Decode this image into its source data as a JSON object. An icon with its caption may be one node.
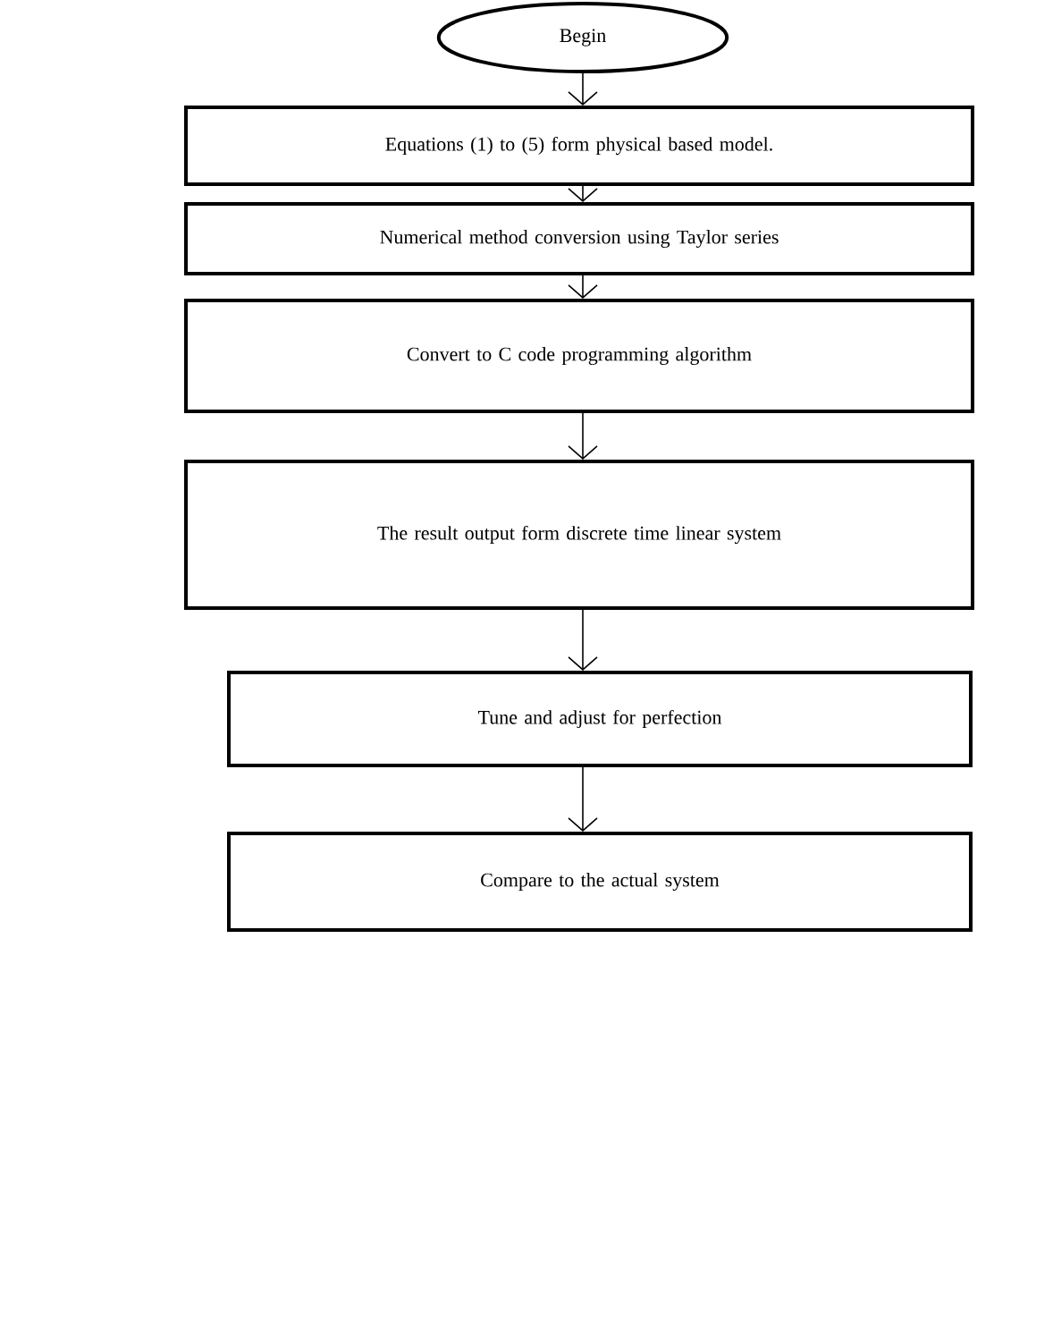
{
  "diagram": {
    "nodes": [
      {
        "text": [
          "Begin"
        ]
      },
      {
        "text": [
          "Equations (1) to (5) form physical based model."
        ]
      },
      {
        "text": [
          "Numerical method conversion using Taylor series"
        ]
      },
      {
        "text": [
          "Convert to C code programming algorithm"
        ]
      },
      {
        "text": [
          "The result output form discrete time linear system"
        ]
      },
      {
        "text": [
          "Tune and adjust for perfection"
        ]
      },
      {
        "text": [
          "Compare to the actual system"
        ]
      }
    ],
    "edges": [
      {
        "from": 0,
        "to": 1,
        "arrow": "to"
      },
      {
        "from": 1,
        "to": 2,
        "arrow": "to"
      },
      {
        "from": 2,
        "to": 3,
        "arrow": "to"
      },
      {
        "from": 3,
        "to": 4,
        "arrow": "to"
      },
      {
        "from": 4,
        "to": 5,
        "arrow": "to"
      },
      {
        "from": 5,
        "to": 6,
        "arrow": "to"
      }
    ]
  }
}
